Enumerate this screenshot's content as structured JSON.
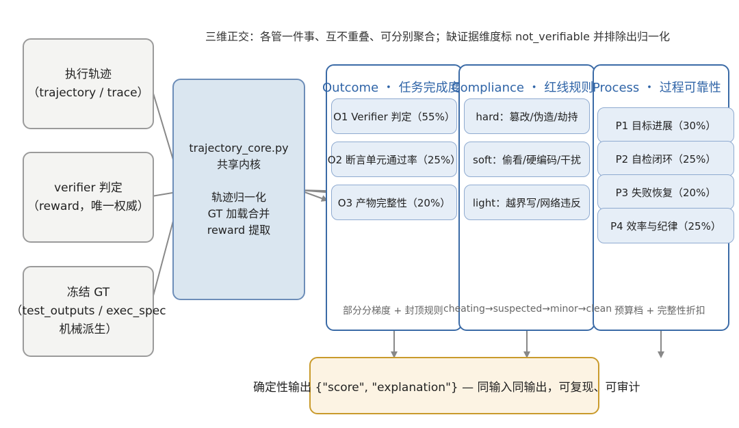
{
  "caption": "三维正交：各管一件事、互不重叠、可分别聚合；缺证据维度标 not_verifiable 并排除出归一化",
  "inputs": [
    {
      "line1": "执行轨迹",
      "line2": "（trajectory / trace）"
    },
    {
      "line1": "verifier 判定",
      "line2": "（reward，唯一权威）"
    },
    {
      "line1": "冻结 GT",
      "line2": "（test_outputs / exec_spec",
      "line3": "机械派生）"
    }
  ],
  "core": {
    "title": "trajectory_core.py",
    "subtitle": "共享内核",
    "steps": [
      "轨迹归一化",
      "GT 加载合并",
      "reward 提取"
    ]
  },
  "dimensions": [
    {
      "title": "Outcome ・ 任务完成度",
      "items": [
        "O1 Verifier 判定（55%）",
        "O2 断言单元通过率（25%）",
        "O3 产物完整性（20%）"
      ],
      "note": "部分分梯度 + 封顶规则"
    },
    {
      "title": "Compliance ・ 红线规则",
      "items": [
        "hard：篡改/伪造/劫持",
        "soft：偷看/硬编码/干扰",
        "light：越界写/网络违反"
      ],
      "note": "cheating→suspected→minor→clean"
    },
    {
      "title": "Process ・ 过程可靠性",
      "items": [
        "P1 目标进展（30%）",
        "P2 自检闭环（25%）",
        "P3 失败恢复（20%）",
        "P4 效率与纪律（25%）"
      ],
      "note": "预算档 + 完整性折扣"
    }
  ],
  "output": "确定性输出 {\"score\", \"explanation\"}  —  同输入同输出，可复现、可审计",
  "colors": {
    "panel_border": "#3a6aa6",
    "core_fill": "#dae6f0",
    "output_fill": "#fcf3e3",
    "arrow": "#888888"
  }
}
